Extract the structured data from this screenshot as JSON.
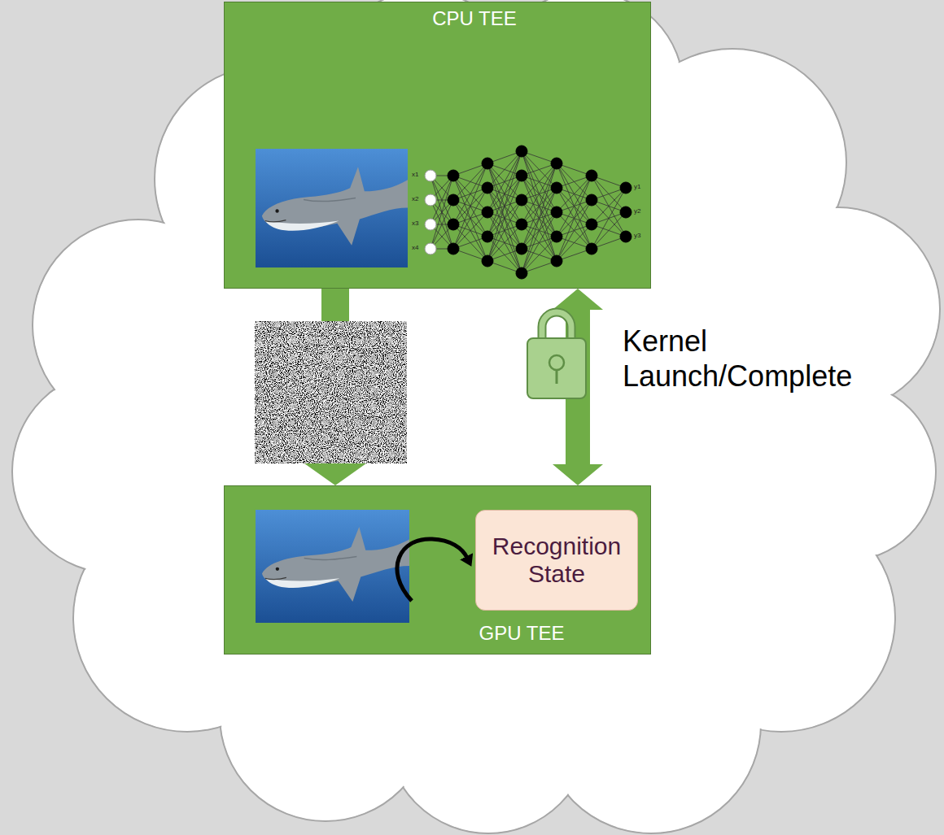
{
  "diagram": {
    "nodes": [
      {
        "text": [
          "CPU TEE"
        ]
      },
      {
        "text": [
          "GPU TEE"
        ]
      },
      {
        "text": [
          "Recognition State"
        ],
        "in": 1
      }
    ],
    "edges": [
      {
        "from": 0,
        "to": 1,
        "arrow": "to"
      },
      {
        "from": 0,
        "to": 1,
        "label": "Kernel Launch/Complete",
        "arrow": "both"
      }
    ],
    "labels": [
      "x1",
      "x2",
      "x3",
      "x4",
      "y1",
      "y2",
      "y3"
    ]
  }
}
